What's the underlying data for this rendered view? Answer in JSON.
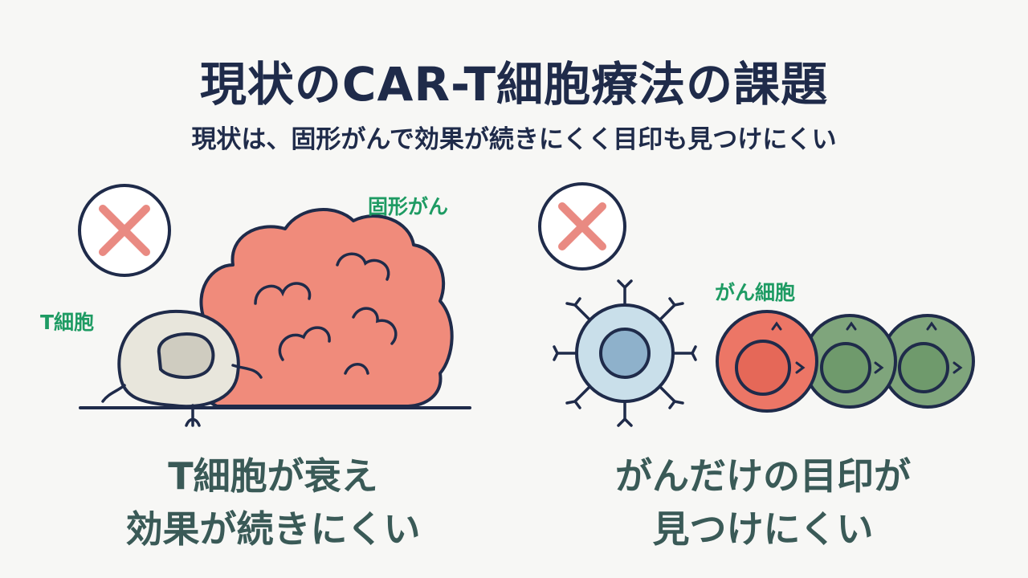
{
  "title": "現状のCAR-T細胞療法の課題",
  "subtitle": "現状は、固形がんで効果が続きにくく目印も見つけにくい",
  "left": {
    "tumor_label": "固形がん",
    "tcell_label": "T細胞",
    "caption_line1": "T細胞が衰え",
    "caption_line2": "効果が続きにくい"
  },
  "right": {
    "cancer_label": "がん細胞",
    "caption_line1": "がんだけの目印が",
    "caption_line2": "見つけにくい"
  },
  "colors": {
    "navy": "#1f2b4a",
    "x_mark": "#e98a82",
    "tumor": "#f08b7b",
    "tcell": "#e8e6dc",
    "receptor_cell": "#c9dfea",
    "cancer_red": "#ec7666",
    "cancer_green": "#7fa57c",
    "label_green": "#1e9b63"
  },
  "icons": [
    "cross-icon-left",
    "cross-icon-right"
  ]
}
